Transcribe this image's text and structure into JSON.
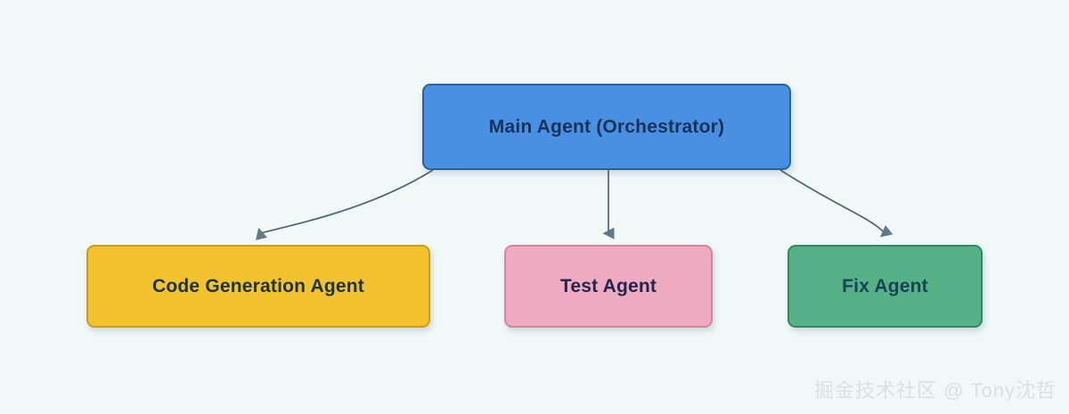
{
  "diagram": {
    "background_color": "#f0f9f7",
    "nodes": [
      {
        "id": "main",
        "label": "Main Agent (Orchestrator)",
        "fill": "#4a90e2",
        "border": "#2a6399",
        "text_color": "#17325a"
      },
      {
        "id": "codegen",
        "label": "Code Generation Agent",
        "fill": "#f3c32f",
        "border": "#cf9c18",
        "text_color": "#1d3323"
      },
      {
        "id": "test",
        "label": "Test Agent",
        "fill": "#edaac0",
        "border": "#d4849f",
        "text_color": "#23254d"
      },
      {
        "id": "fix",
        "label": "Fix Agent",
        "fill": "#56b187",
        "border": "#2f8a62",
        "text_color": "#144455"
      }
    ],
    "edges": [
      {
        "id": "main-to-codegen",
        "from": "main",
        "to": "codegen",
        "label": "",
        "style": "curved",
        "color": "#5b6b7a"
      },
      {
        "id": "main-to-test",
        "from": "main",
        "to": "test",
        "label": "",
        "style": "straight",
        "color": "#5b6b7a"
      },
      {
        "id": "main-to-fix",
        "from": "main",
        "to": "fix",
        "label": "",
        "style": "curved",
        "color": "#5b6b7a"
      }
    ],
    "edge_color": "#5b6b7a"
  },
  "watermark": {
    "text": "掘金技术社区 @ Tony沈哲",
    "color": "#d8e2e0"
  }
}
